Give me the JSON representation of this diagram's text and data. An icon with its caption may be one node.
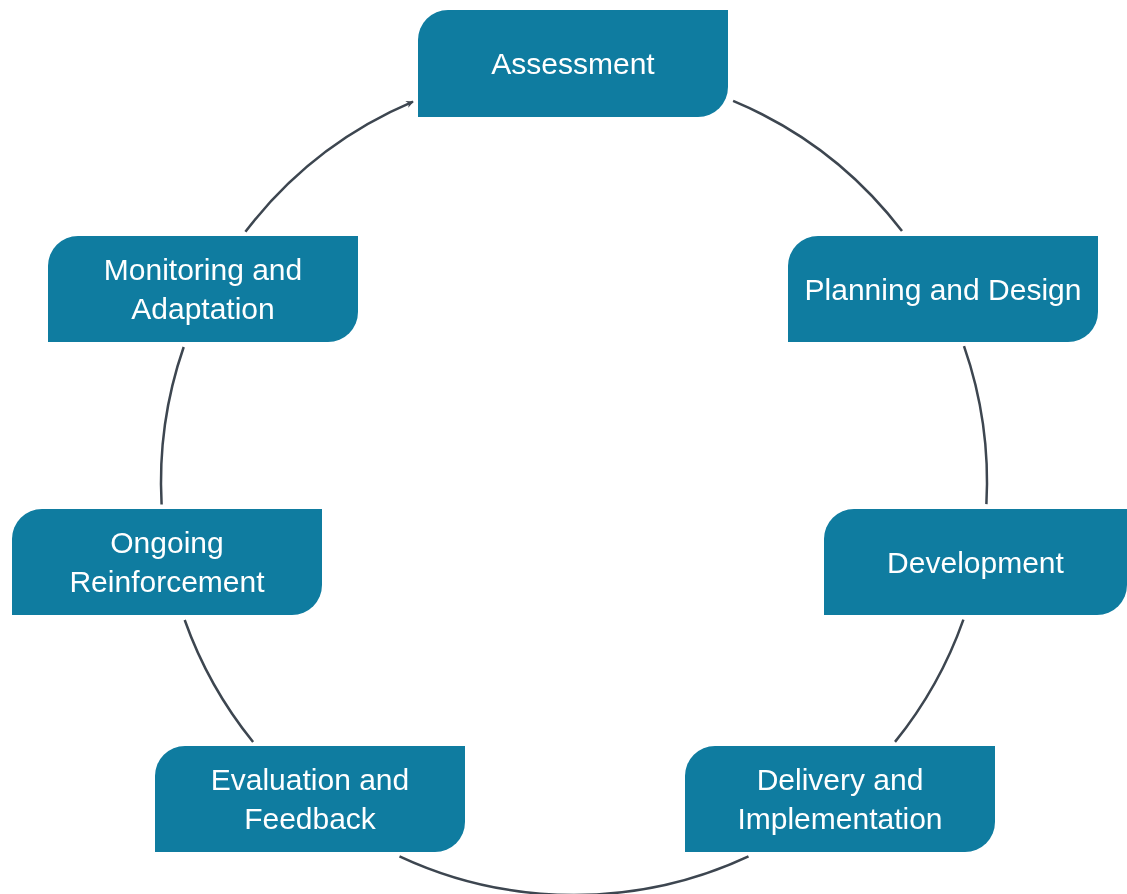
{
  "diagram": {
    "nodes": [
      {
        "text": [
          "Assessment"
        ]
      },
      {
        "text": [
          "Planning and Design"
        ]
      },
      {
        "text": [
          "Development"
        ]
      },
      {
        "text": [
          "Delivery and Implementation"
        ]
      },
      {
        "text": [
          "Evaluation and Feedback"
        ]
      },
      {
        "text": [
          "Ongoing Reinforcement"
        ]
      },
      {
        "text": [
          "Monitoring and Adaptation"
        ]
      }
    ],
    "edges": [
      {
        "from": 0,
        "to": 1,
        "arrow": "none"
      },
      {
        "from": 1,
        "to": 2,
        "arrow": "none"
      },
      {
        "from": 2,
        "to": 3,
        "arrow": "none"
      },
      {
        "from": 3,
        "to": 4,
        "arrow": "none"
      },
      {
        "from": 4,
        "to": 5,
        "arrow": "none"
      },
      {
        "from": 5,
        "to": 6,
        "arrow": "none"
      },
      {
        "from": 6,
        "to": 0,
        "arrow": "to"
      }
    ]
  }
}
